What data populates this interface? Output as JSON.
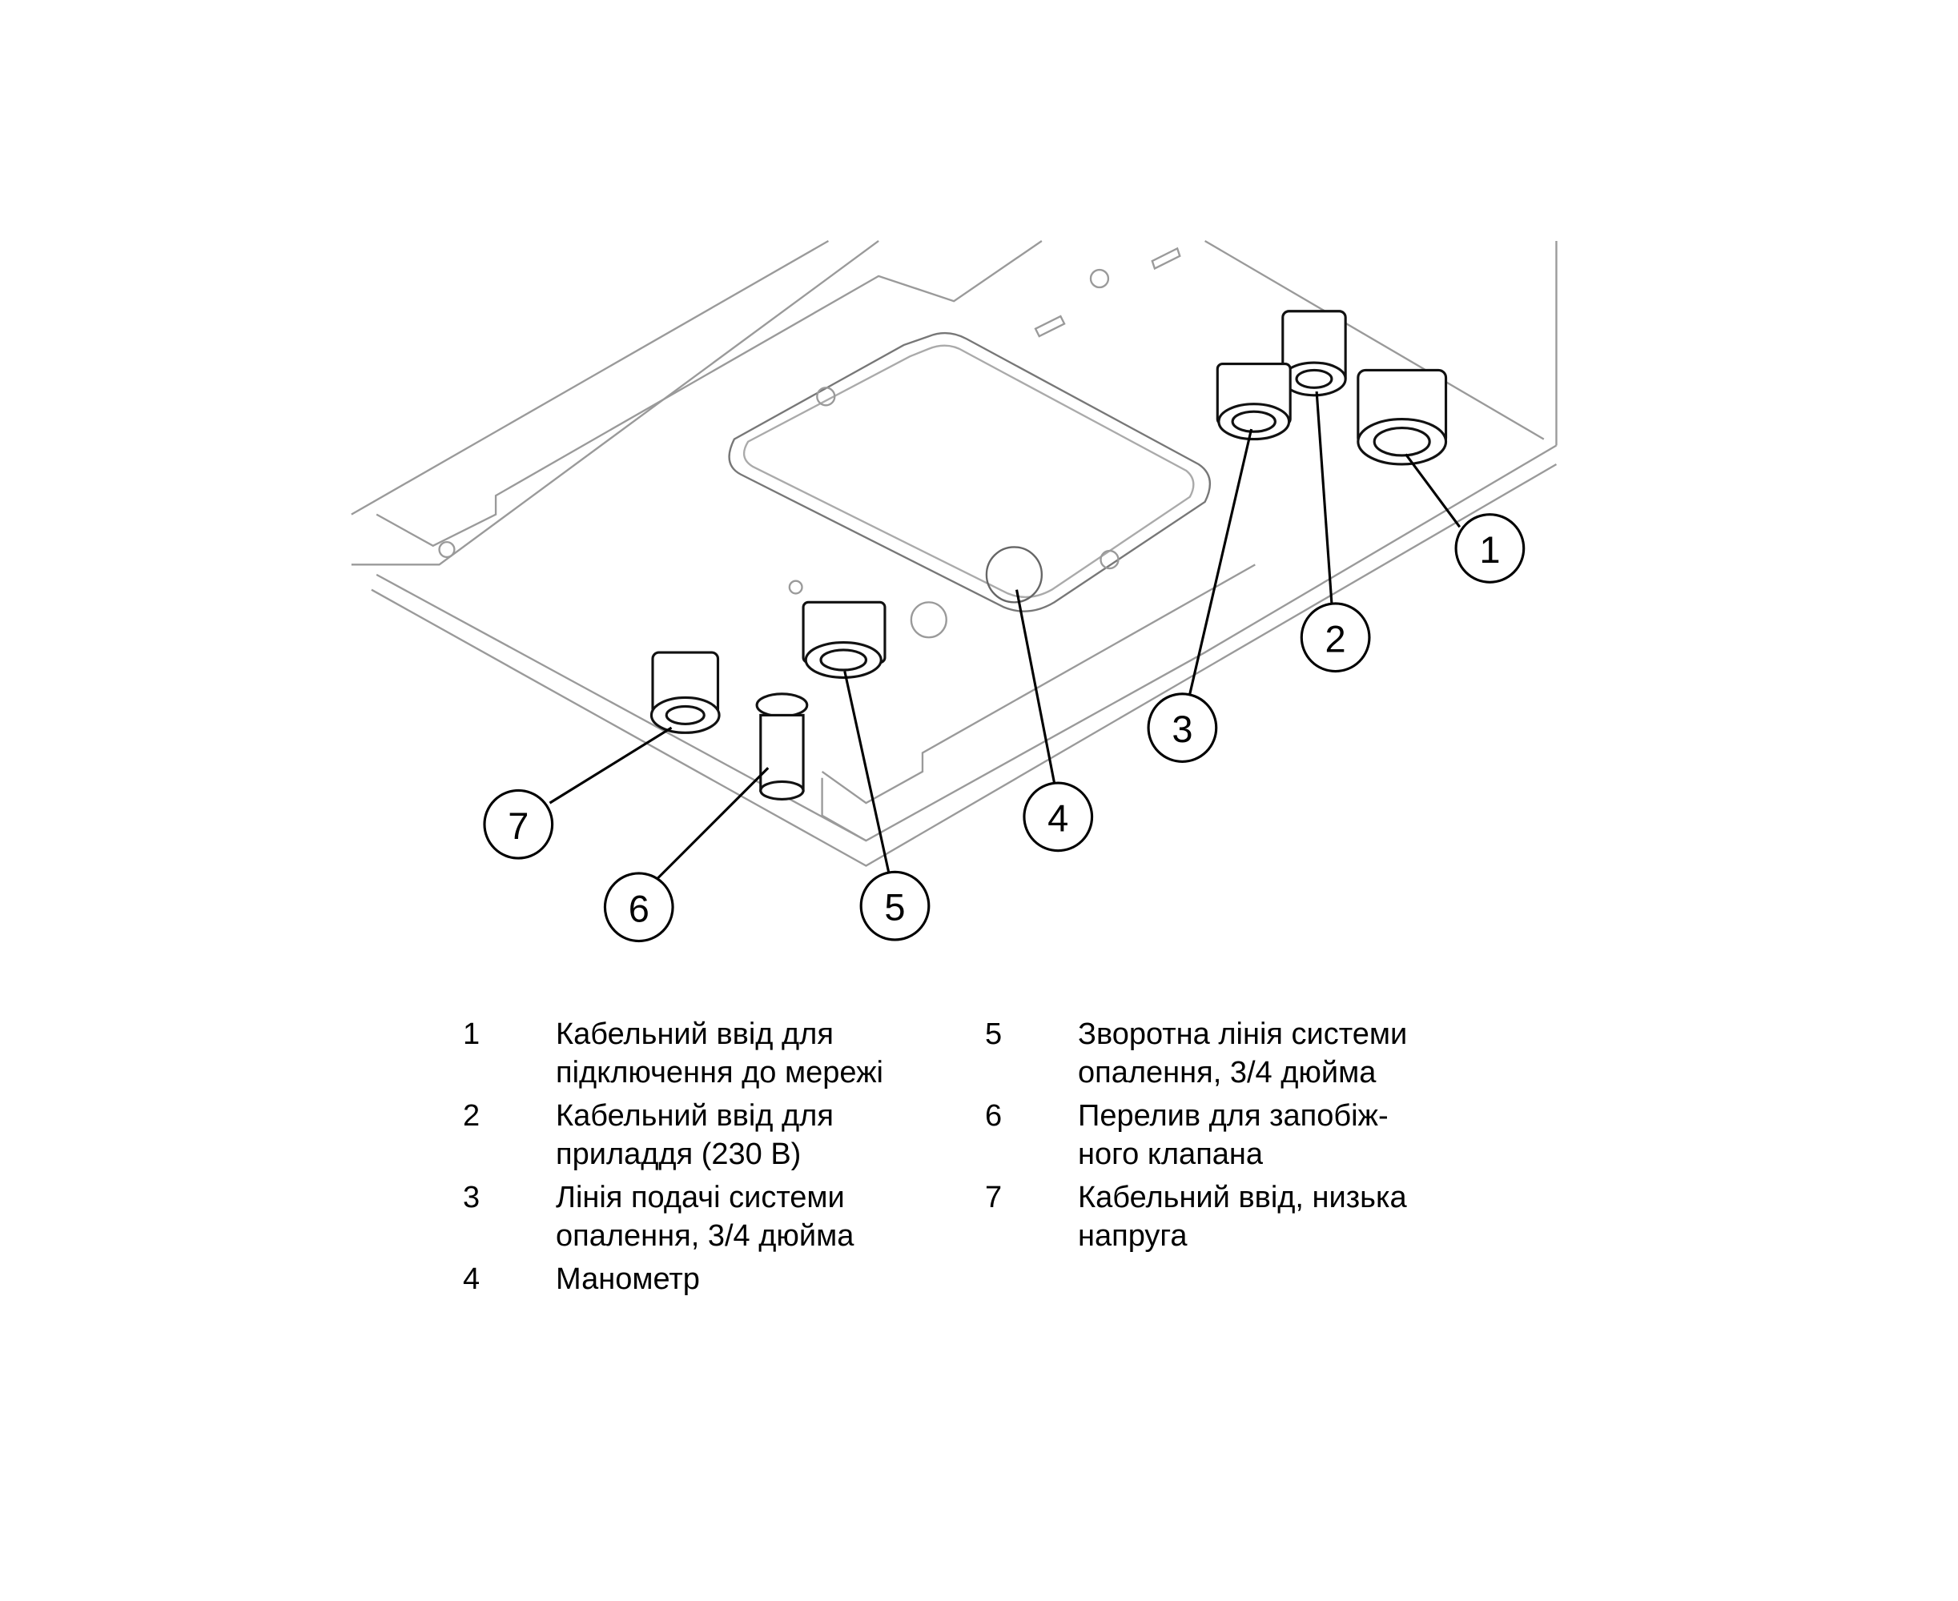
{
  "callouts": [
    "1",
    "2",
    "3",
    "4",
    "5",
    "6",
    "7"
  ],
  "legend": [
    {
      "num": "1",
      "lines": [
        "Кабельний ввід для",
        "підключення до мережі"
      ]
    },
    {
      "num": "2",
      "lines": [
        "Кабельний ввід для",
        "приладдя (230 В)"
      ]
    },
    {
      "num": "3",
      "lines": [
        "Лінія подачі системи",
        "опалення, 3/4 дюйма"
      ]
    },
    {
      "num": "4",
      "lines": [
        "Манометр"
      ]
    },
    {
      "num": "5",
      "lines": [
        "Зворотна лінія системи",
        "опалення, 3/4 дюйма"
      ]
    },
    {
      "num": "6",
      "lines": [
        "Перелив для запобіж-",
        "ного клапана"
      ]
    },
    {
      "num": "7",
      "lines": [
        "Кабельний ввід, низька",
        "напруга"
      ]
    }
  ]
}
